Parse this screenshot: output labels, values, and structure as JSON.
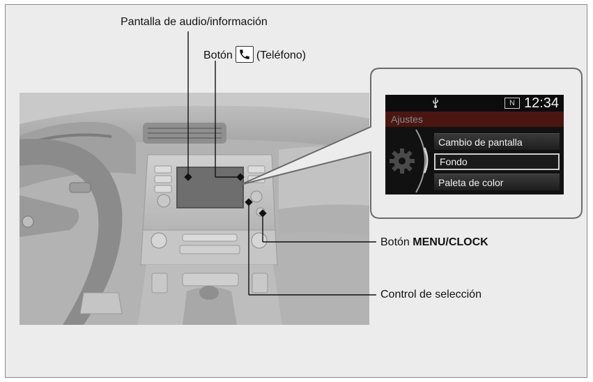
{
  "labels": {
    "display": "Pantalla de audio/información",
    "phone_prefix": "Botón",
    "phone_suffix": "(Teléfono)",
    "menu_prefix": "Botón",
    "menu_bold": "MENU/CLOCK",
    "selector": "Control de selección"
  },
  "icons": {
    "phone_button": "phone-icon",
    "settings": "gear-icon",
    "usb": "usb-icon"
  },
  "screen": {
    "status_mode": "N",
    "clock": "12:34",
    "title": "Ajustes",
    "menu_items": [
      "Cambio de pantalla",
      "Fondo",
      "Paleta de color"
    ],
    "selected_index": 1
  },
  "colors": {
    "screen_bg": "#111111",
    "title_bar": "#5a1a16",
    "leader_line": "#111111"
  }
}
